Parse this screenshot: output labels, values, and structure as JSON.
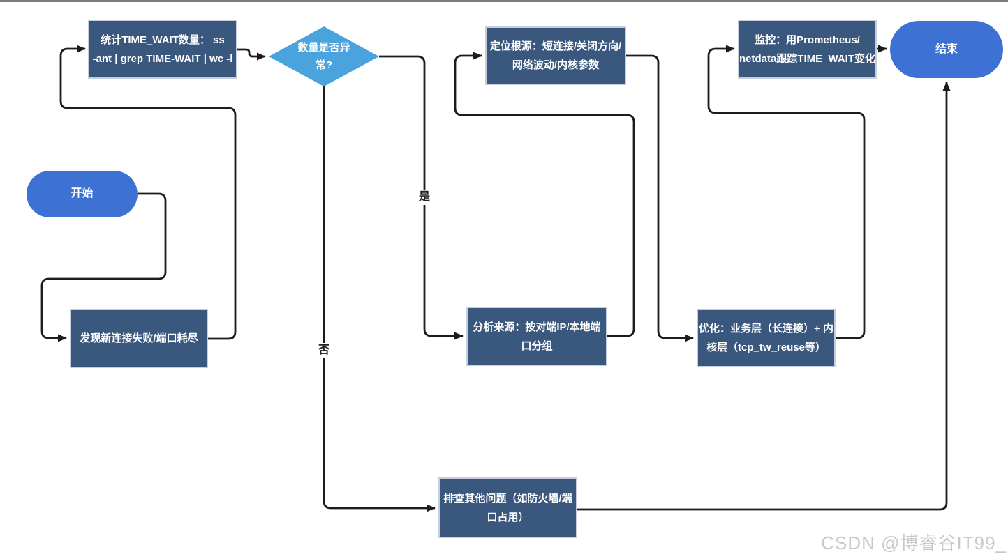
{
  "flowchart": {
    "nodes": {
      "start": "开始",
      "count": "统计TIME_WAIT数量： ss\n-ant | grep TIME-WAIT | wc -l",
      "decision": "数量是否异\n常?",
      "discover": "发现新连接失败/端口耗尽",
      "analyze": "分析来源：按对端IP/本地端\n口分组",
      "locate": "定位根源：短连接/关闭方向/\n网络波动/内核参数",
      "optimize": "优化：业务层（长连接）+ 内\n核层（tcp_tw_reuse等）",
      "monitor": "监控：用Prometheus/\nnetdata跟踪TIME_WAIT变化",
      "other": "排查其他问题（如防火墙/端\n口占用）",
      "end": "结束"
    },
    "edge_labels": {
      "yes": "是",
      "no": "否"
    },
    "colors": {
      "process_fill": "#3a577d",
      "process_border": "#c6cedb",
      "decision_fill": "#4aa3dc",
      "terminal_fill": "#3e71d4",
      "edge_stroke": "#1c1c1c",
      "node_text": "#ffffff"
    }
  },
  "watermark": {
    "text": "CSDN @博睿谷IT99_",
    "color": "#c9c9c9"
  }
}
